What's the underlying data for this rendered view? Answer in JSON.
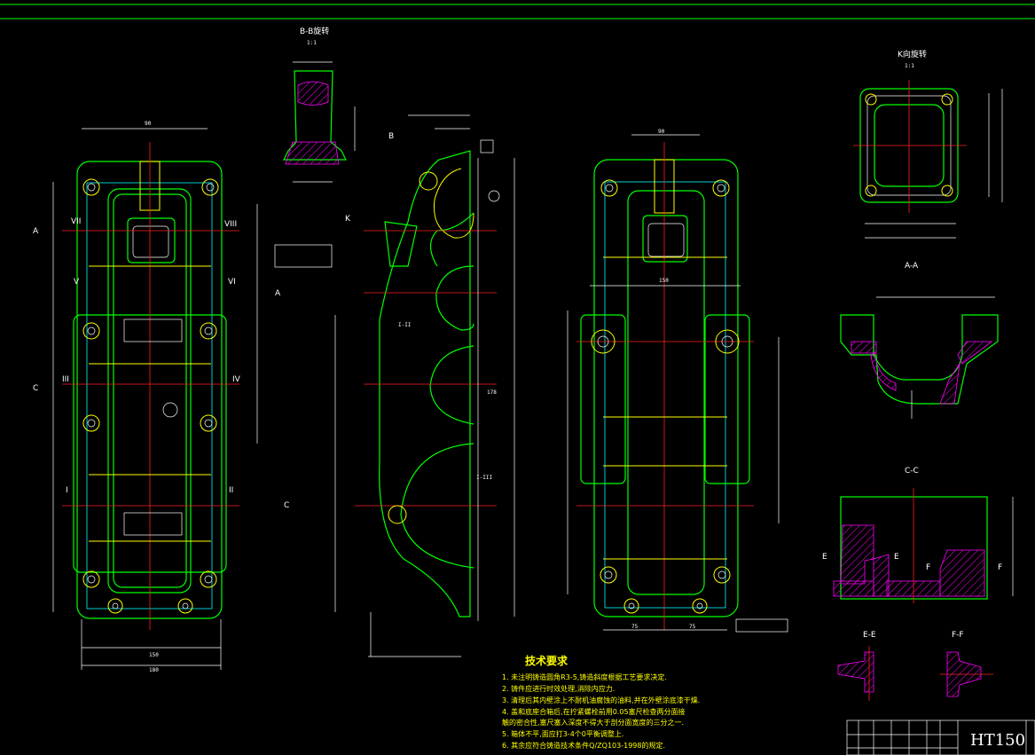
{
  "views": {
    "bb_title": "B-B旋转",
    "bb_scale": "1:1",
    "k_title": "K向旋转",
    "k_scale": "1:1",
    "aa_title": "A-A",
    "cc_title": "C-C",
    "ee_title": "E-E",
    "ff_title": "F-F"
  },
  "section_marks": {
    "a": "A",
    "c": "C",
    "e": "E",
    "f": "F",
    "b": "B",
    "k": "K"
  },
  "roman_marks": [
    "VII",
    "VIII",
    "V",
    "VI",
    "III",
    "IV",
    "I",
    "II",
    "I-II",
    "I-III"
  ],
  "dims": {
    "overall_width_bottom": "180",
    "width_mid": "150",
    "left_side": "75",
    "right_side": "75",
    "mid_width": "90",
    "height_right_view": "178"
  },
  "technical_notes": {
    "title": "技术要求",
    "items": [
      "1. 未注明铸造圆角R3-5,铸造斜度根据工艺要求决定.",
      "2. 铸件应进行时效处理,消除内应力.",
      "3. 清理后其内壁涂上不耐机油腐蚀的油料,并在外壁涂底漆干燥.",
      "4. 盖和底座合箱后,在拧紧螺栓前用0.05塞尺检查两分面接",
      "   触的密合性,塞尺塞入深度不得大于剖分面宽度的三分之一.",
      "5. 箱体不平,面应打3-4个0平衡调整上.",
      "6. 其余应符合铸造技术条件Q/ZQ103-1998的规定."
    ]
  },
  "title_block": {
    "material": "HT150"
  }
}
